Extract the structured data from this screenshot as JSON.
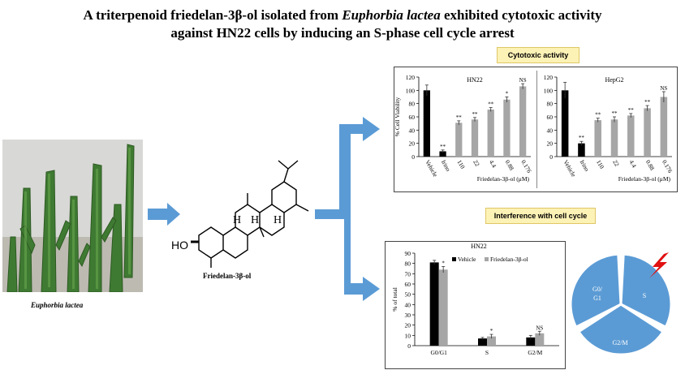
{
  "title_line1": "A triterpenoid friedelan-3β-ol isolated from Euphorbia lactea exhibited cytotoxic activity",
  "title_line2": "against HN22 cells by inducing an S-phase cell cycle arrest",
  "title_italic_part": "Euphorbia lactea",
  "photo_caption": "Euphorbia lactea",
  "molecule": {
    "name": "Friedelan-3β-ol",
    "labels": [
      "H",
      "H",
      "H",
      "HO"
    ]
  },
  "labels": {
    "cytotoxic_activity": "Cytotoxic activity",
    "interference": "Interference with cell cycle"
  },
  "colors": {
    "arrow_blue": "#5b9bd5",
    "bar_black": "#000000",
    "bar_gray": "#a6a6a6",
    "pie_blue": "#5b9bd5",
    "lightning_red": "#e01010",
    "label_yellow": "#fdf2b6"
  },
  "chart_data": [
    {
      "type": "bar",
      "title": "HN22",
      "ylabel": "% Cell Viability",
      "ylim": [
        0,
        120
      ],
      "yticks": [
        0,
        20,
        40,
        60,
        80,
        100,
        120
      ],
      "categories": [
        "Vehicle",
        "Irino",
        "110",
        "22",
        "4.4",
        "0.88",
        "0.176"
      ],
      "values": [
        100,
        8,
        51,
        56,
        71,
        86,
        106
      ],
      "errors": [
        8,
        2,
        3,
        3,
        3,
        4,
        4
      ],
      "bar_colors": [
        "#000000",
        "#000000",
        "#a6a6a6",
        "#a6a6a6",
        "#a6a6a6",
        "#a6a6a6",
        "#a6a6a6"
      ],
      "annotations": [
        "",
        "**",
        "**",
        "**",
        "**",
        "*",
        "NS"
      ],
      "group_label": "Friedelan-3β-ol (μM)"
    },
    {
      "type": "bar",
      "title": "HepG2",
      "ylim": [
        0,
        120
      ],
      "yticks": [
        0,
        20,
        40,
        60,
        80,
        100,
        120
      ],
      "categories": [
        "Vehicle",
        "Irino",
        "110",
        "22",
        "4.4",
        "0.88",
        "0.176"
      ],
      "values": [
        100,
        20,
        55,
        56,
        62,
        73,
        90
      ],
      "errors": [
        12,
        3,
        3,
        4,
        3,
        4,
        8
      ],
      "bar_colors": [
        "#000000",
        "#000000",
        "#a6a6a6",
        "#a6a6a6",
        "#a6a6a6",
        "#a6a6a6",
        "#a6a6a6"
      ],
      "annotations": [
        "",
        "**",
        "**",
        "**",
        "**",
        "**",
        "NS"
      ],
      "group_label": "Friedelan-3β-ol (μM)"
    },
    {
      "type": "bar",
      "title": "HN22",
      "ylabel": "% of total",
      "ylim": [
        0,
        90
      ],
      "yticks": [
        0,
        10,
        20,
        30,
        40,
        50,
        60,
        70,
        80,
        90
      ],
      "categories": [
        "G0/G1",
        "S",
        "G2/M"
      ],
      "series": [
        {
          "name": "Vehicle",
          "values": [
            81,
            7,
            8
          ],
          "errors": [
            2,
            1,
            2
          ],
          "color": "#000000"
        },
        {
          "name": "Friedelan-3β-ol",
          "values": [
            74,
            9,
            12
          ],
          "errors": [
            3,
            2,
            2
          ],
          "color": "#a6a6a6"
        }
      ],
      "annotations": [
        "*",
        "*",
        "NS"
      ]
    },
    {
      "type": "pie",
      "labels": [
        "G0/\nG1",
        "S",
        "G2/M"
      ],
      "values": [
        1,
        1,
        1
      ]
    }
  ]
}
